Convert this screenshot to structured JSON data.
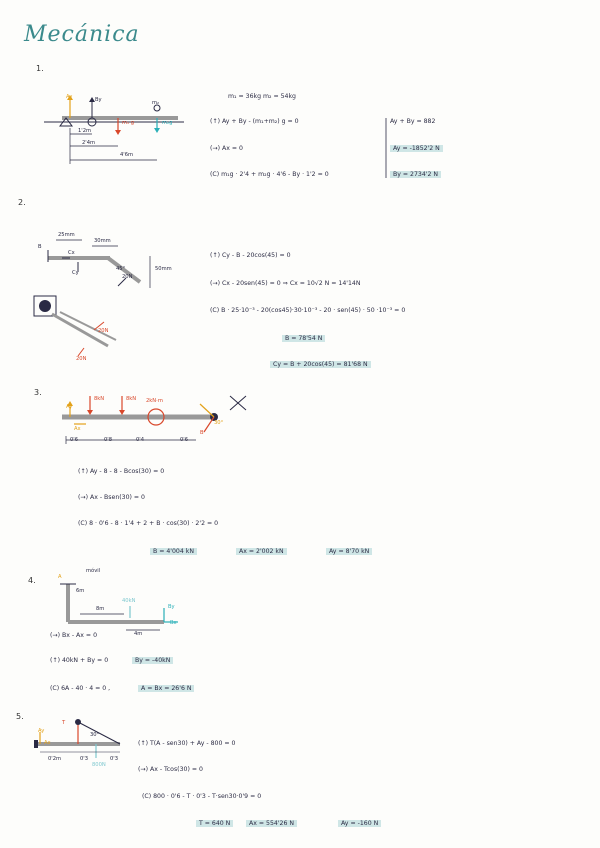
{
  "title": "Mecánica",
  "p1": {
    "num": "1.",
    "masses": "m₁ = 36kg      m₂ = 54kg",
    "eq1": "(↑) Ay + By - (m₁+m₂) g = 0",
    "eq2": "(→) Ax = 0",
    "eq3": "(C) m₁g · 2'4 + m₂g · 4'6 - By · 1'2 = 0",
    "r1": "Ay + By = 882",
    "r2": "Ay = -1852'2 N",
    "r3": "By = 2734'2 N",
    "labels": {
      "ay": "Ay",
      "by": "By",
      "m1g": "m₁ g",
      "m2g": "m₂g",
      "m2": "m₂",
      "d1": "1'2m",
      "d2": "2'4m",
      "d3": "4'6m"
    }
  },
  "p2": {
    "num": "2.",
    "eq1": "(↑) Cy - B - 20cos(45) = 0",
    "eq2": "(→) Cx - 20sen(45) = 0  ⇒  Cx = 10√2 N = 14'14N",
    "eq3": "(C)  B · 25·10⁻³ - 20(cos45)·30·10⁻³ - 20 · sen(45) · 50 ·10⁻³ = 0",
    "r1": "B = 78'54 N",
    "r2": "Cy = B + 20cos(45) = 81'68 N",
    "labels": {
      "b": "B",
      "d25": "25mm",
      "d30": "30mm",
      "d50": "50mm",
      "cx": "Cx",
      "cy": "Cy",
      "f20": "20N",
      "a45": "45°",
      "f20b": "20N",
      "f20c": "20N"
    }
  },
  "p3": {
    "num": "3.",
    "eq1": "(↑) Ay - 8 - 8 - Bcos(30) = 0",
    "eq2": "(→) Ax - Bsen(30) = 0",
    "eq3": "(C)  8 · 0'6 - 8 · 1'4 + 2 + B · cos(30) · 2'2 = 0",
    "r1": "B = 4'004 kN",
    "r2": "Ax = 2'002 kN",
    "r3": "Ay = 8'70 kN",
    "labels": {
      "ay": "Ay",
      "ax": "Ax",
      "f1": "8kN",
      "f2": "8kN",
      "m": "2kN·m",
      "b": "B",
      "a30": "30°",
      "d1": "0'6",
      "d2": "0'8",
      "d3": "0'4",
      "d4": "0'6"
    }
  },
  "p4": {
    "num": "4.",
    "eq1": "(→) Bx - Ax = 0",
    "eq2": "(↑) 40kN + By = 0",
    "r1": "By = -40kN",
    "eq3": "(C)  6A - 40 · 4 = 0 ,",
    "r2": "A = Bx = 26'6 N",
    "labels": {
      "a": "A",
      "movil": "móvil",
      "h6": "6m",
      "d8": "8m",
      "d4": "4m",
      "f40": "40kN",
      "by": "By",
      "bx": "Bx"
    }
  },
  "p5": {
    "num": "5.",
    "eq1": "(↑) T(A - sen30) + Ay - 800 = 0",
    "eq2": "(→) Ax - Tcos(30) = 0",
    "eq3": "(C)  800 · 0'6 - T · 0'3 - T·sen30·0'9 = 0",
    "r1": "T = 640 N",
    "r2": "Ax = 554'26 N",
    "r3": "Ay = -160 N",
    "labels": {
      "ay": "Ay",
      "ax": "Ax",
      "t": "T",
      "a30": "30°",
      "d1": "0'2m",
      "d2": "0'3",
      "d3": "0'3",
      "w": "800N"
    }
  }
}
